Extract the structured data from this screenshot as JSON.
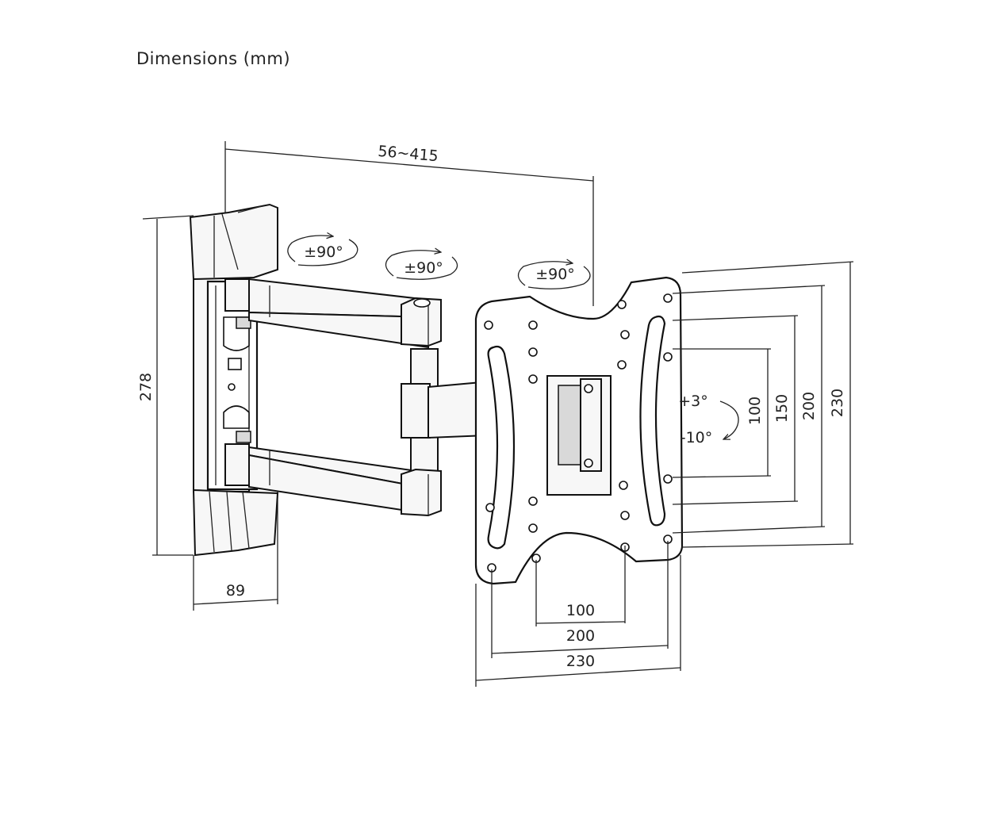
{
  "title": "Dimensions (mm)",
  "labels": {
    "arm_reach": "56~415",
    "wall_height": "278",
    "wall_depth": "89",
    "rot_wall": "±90°",
    "rot_mid": "±90°",
    "rot_head": "±90°",
    "tilt_up": "+3°",
    "tilt_down": "-10°",
    "vesa_h_100": "100",
    "vesa_h_200": "200",
    "vesa_h_230": "230",
    "vesa_v_100": "100",
    "vesa_v_150": "150",
    "vesa_v_200": "200",
    "vesa_v_230": "230"
  }
}
